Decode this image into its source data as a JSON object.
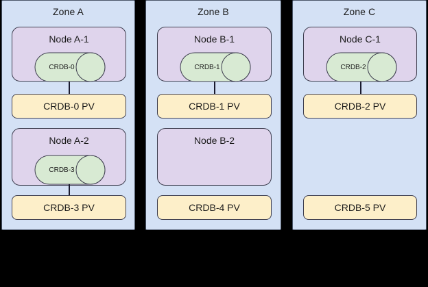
{
  "diagram": {
    "background_color": "#000000",
    "zone_color": "#d4e1f5",
    "node_color": "#dfd4ec",
    "pv_color": "#fdefc9",
    "db_color": "#d8ead3",
    "stroke_color": "#3d3d4e"
  },
  "zones": [
    {
      "title": "Zone A",
      "nodes": [
        {
          "title": "Node A-1",
          "db_label": "CRDB-0",
          "has_db": true
        },
        {
          "title": "Node A-2",
          "db_label": "CRDB-3",
          "has_db": true
        }
      ],
      "pvs": [
        {
          "label": "CRDB-0 PV",
          "connected": true
        },
        {
          "label": "CRDB-3 PV",
          "connected": true
        }
      ]
    },
    {
      "title": "Zone B",
      "nodes": [
        {
          "title": "Node B-1",
          "db_label": "CRDB-1",
          "has_db": true
        },
        {
          "title": "Node B-2",
          "db_label": "",
          "has_db": false
        }
      ],
      "pvs": [
        {
          "label": "CRDB-1 PV",
          "connected": true
        },
        {
          "label": "CRDB-4 PV",
          "connected": false
        }
      ]
    },
    {
      "title": "Zone C",
      "nodes": [
        {
          "title": "Node C-1",
          "db_label": "CRDB-2",
          "has_db": true
        }
      ],
      "pvs": [
        {
          "label": "CRDB-2 PV",
          "connected": true
        },
        {
          "label": "CRDB-5 PV",
          "connected": false
        }
      ]
    }
  ]
}
